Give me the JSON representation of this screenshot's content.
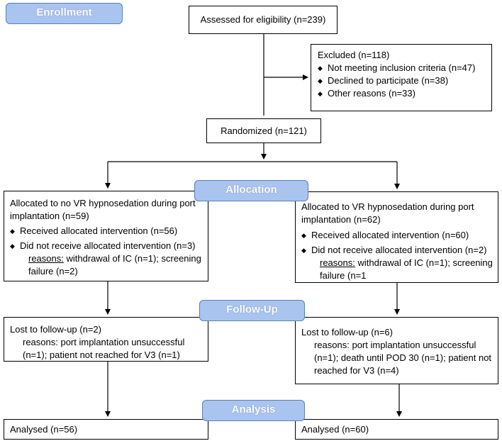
{
  "stages": {
    "enrollment": "Enrollment",
    "allocation": "Allocation",
    "follow_up": "Follow-Up",
    "analysis": "Analysis"
  },
  "assessed": "Assessed for eligibility (n=239)",
  "excluded": {
    "title": "Excluded (n=118)",
    "items": [
      "Not meeting inclusion criteria (n=47)",
      "Declined to participate (n=38)",
      "Other reasons (n=33)"
    ]
  },
  "randomized": "Randomized (n=121)",
  "allocation_left": {
    "title_line1": "Allocated to no VR hypnosedation during port",
    "title_line2": "implantation (n=59)",
    "received": "Received allocated intervention (n=56)",
    "not_received": "Did not receive allocated intervention (n=3)",
    "reasons_label": "reasons:",
    "reasons_line1": " withdrawal of IC (n=1); screening",
    "reasons_line2": "failure (n=2)"
  },
  "allocation_right": {
    "title_line1": "Allocated to VR hypnosedation during port",
    "title_line2": "implantation (n=62)",
    "received": "Received allocated intervention (n=60)",
    "not_received": "Did not receive allocated intervention (n=2)",
    "reasons_label": "reasons:",
    "reasons_line1": " withdrawal of IC (n=1); screening",
    "reasons_line2": "failure (n=1"
  },
  "followup_left": {
    "title": "Lost to follow-up (n=2)",
    "reasons_line1": "reasons: port implantation unsuccessful",
    "reasons_line2": "(n=1); patient not reached for V3 (n=1)"
  },
  "followup_right": {
    "title": "Lost to follow-up (n=6)",
    "reasons_line1": "reasons: port implantation unsuccessful",
    "reasons_line2": "(n=1); death until POD 30 (n=1); patient not",
    "reasons_line3": "reached for V3 (n=4)"
  },
  "analysis_left": "Analysed  (n=56)",
  "analysis_right": "Analysed  (n=60)",
  "colors": {
    "stage_fill": "#a9c4ef",
    "stage_border": "#5a7fb4",
    "stage_text": "#ffffff",
    "box_border": "#000000"
  },
  "icons": {
    "bullet": "diamond-bullet-icon",
    "arrow": "arrow-down-icon"
  }
}
